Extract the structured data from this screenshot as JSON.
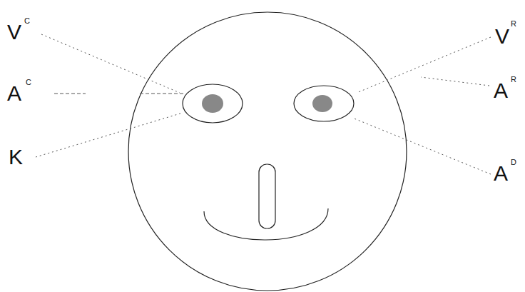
{
  "diagram": {
    "labels": [
      "V",
      "C",
      "A",
      "C",
      "K",
      "V",
      "R",
      "A",
      "R",
      "A",
      "D"
    ]
  }
}
